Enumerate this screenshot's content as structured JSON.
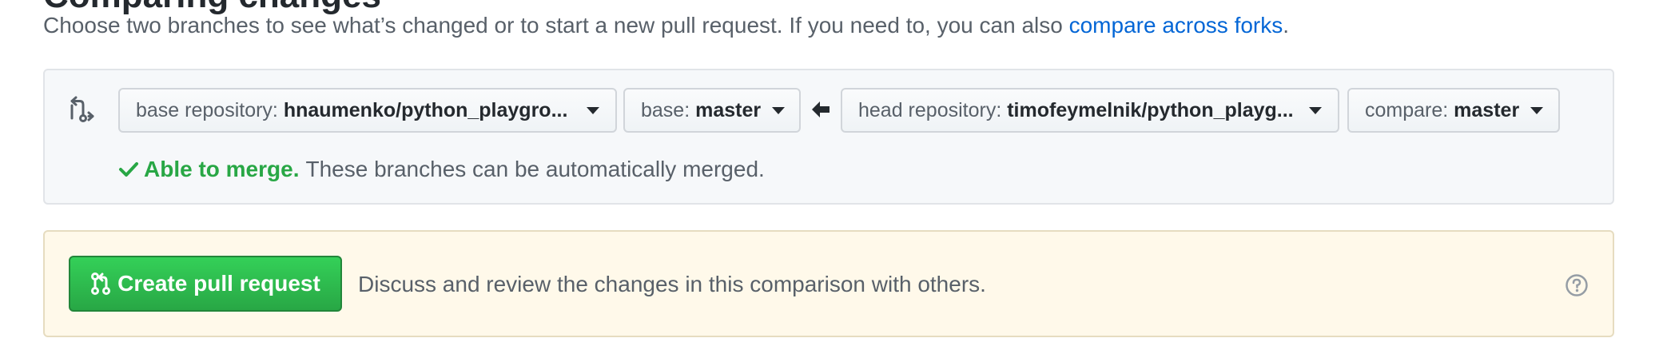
{
  "header": {
    "heading": "Comparing changes",
    "intro_text": "Choose two branches to see what’s changed or to start a new pull request. If you need to, you can also ",
    "intro_link": "compare across forks",
    "intro_end": "."
  },
  "compare": {
    "icon": "git-compare-icon",
    "base_repo": {
      "prefix": "base repository: ",
      "value": "hnaumenko/python_playgro..."
    },
    "base_branch": {
      "prefix": "base: ",
      "value": "master"
    },
    "arrow_icon": "arrow-left-icon",
    "head_repo": {
      "prefix": "head repository: ",
      "value": "timofeymelnik/python_playg..."
    },
    "compare_branch": {
      "prefix": "compare: ",
      "value": "master"
    }
  },
  "merge": {
    "icon": "check-icon",
    "status": "Able to merge.",
    "message": "These branches can be automatically merged."
  },
  "pull_request": {
    "icon": "git-pull-request-icon",
    "button_label": "Create pull request",
    "description": "Discuss and review the changes in this comparison with others.",
    "help_icon": "question-icon"
  },
  "colors": {
    "link": "#0366d6",
    "success": "#28a745",
    "notice_bg": "#fff9ea"
  }
}
